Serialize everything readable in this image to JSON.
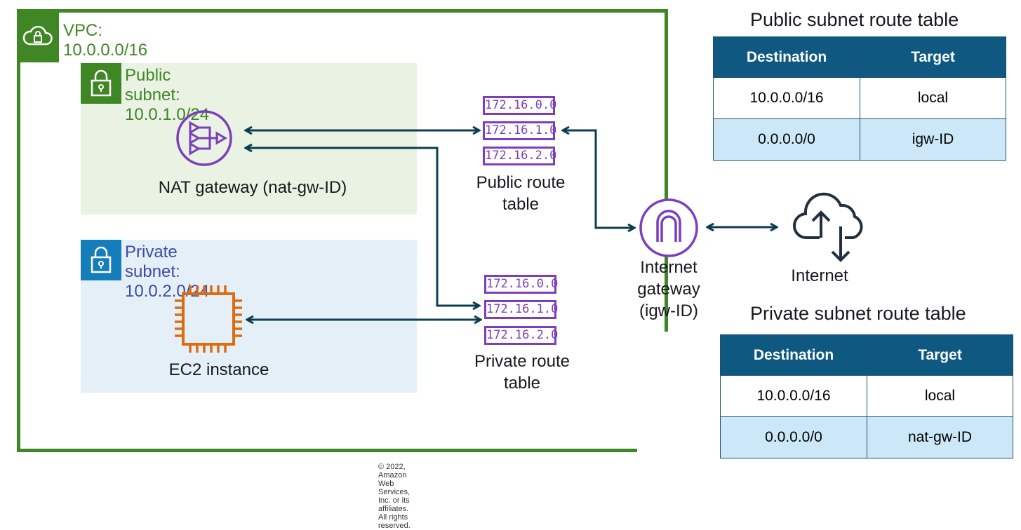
{
  "vpc": {
    "label": "VPC: 10.0.0.0/16"
  },
  "public_subnet": {
    "label": "Public subnet: 10.0.1.0/24"
  },
  "private_subnet": {
    "label": "Private subnet: 10.0.2.0/24"
  },
  "nat_gateway": {
    "label": "NAT gateway (nat-gw-ID)",
    "icon": "nat-gateway-icon"
  },
  "ec2": {
    "label": "EC2 instance",
    "icon": "ec2-instance-icon"
  },
  "public_route_table_icon": {
    "entries": [
      "172.16.0.0",
      "172.16.1.0",
      "172.16.2.0"
    ],
    "label_line1": "Public route",
    "label_line2": "table"
  },
  "private_route_table_icon": {
    "entries": [
      "172.16.0.0",
      "172.16.1.0",
      "172.16.2.0"
    ],
    "label_line1": "Private route",
    "label_line2": "table"
  },
  "internet_gateway": {
    "line1": "Internet",
    "line2": "gateway",
    "line3": "(igw-ID)",
    "icon": "internet-gateway-icon"
  },
  "internet": {
    "label": "Internet",
    "icon": "cloud-upload-download-icon"
  },
  "public_table": {
    "title": "Public subnet route table",
    "headers": [
      "Destination",
      "Target"
    ],
    "rows": [
      [
        "10.0.0.0/16",
        "local"
      ],
      [
        "0.0.0.0/0",
        "igw-ID"
      ]
    ]
  },
  "private_table": {
    "title": "Private subnet route table",
    "headers": [
      "Destination",
      "Target"
    ],
    "rows": [
      [
        "10.0.0.0/16",
        "local"
      ],
      [
        "0.0.0.0/0",
        "nat-gw-ID"
      ]
    ]
  },
  "copyright": "© 2022, Amazon Web Services, Inc. or its affiliates. All rights reserved.",
  "colors": {
    "vpc_green": "#3f8624",
    "private_blue": "#147eba",
    "purple": "#7b3ebc",
    "arrow": "#0b3e4f",
    "ec2_orange": "#dd6b10",
    "header_blue": "#0e5882",
    "row_light_blue": "#cce8f8"
  }
}
